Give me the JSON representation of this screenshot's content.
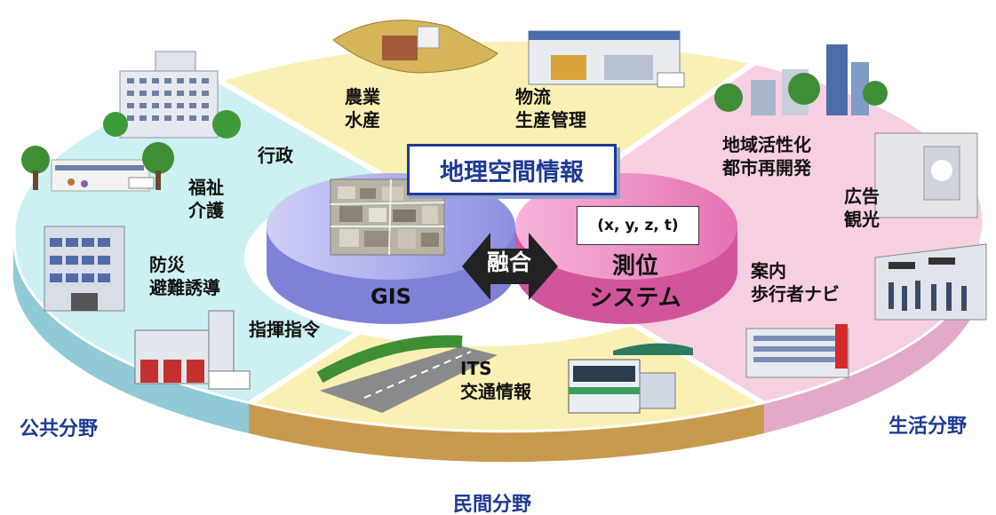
{
  "center": {
    "title": "地理空間情報",
    "gis": "GIS",
    "fusion": "融合",
    "coords": "(x, y, z, t)",
    "positioning": [
      "測位",
      "システム"
    ]
  },
  "sectors": {
    "public": "公共分野",
    "private": "民間分野",
    "life": "生活分野"
  },
  "labels": {
    "agriculture": [
      "農業",
      "水産"
    ],
    "logistics": [
      "物流",
      "生産管理"
    ],
    "administration": "行政",
    "welfare": [
      "福祉",
      "介護"
    ],
    "disaster": [
      "防災",
      "避難誘導"
    ],
    "command": "指揮指令",
    "its": [
      "ITS",
      "交通情報"
    ],
    "regional": [
      "地域活性化",
      "都市再開発"
    ],
    "advertising": [
      "広告",
      "観光"
    ],
    "guide": [
      "案内",
      "歩行者ナビ"
    ]
  },
  "colors": {
    "public": "#cdf0f3",
    "private": "#fbf0b4",
    "life": "#f7cfe2",
    "gis": "#b9b8f0",
    "positioning": "#f4a6d3",
    "title_accent": "#1f3a93"
  }
}
